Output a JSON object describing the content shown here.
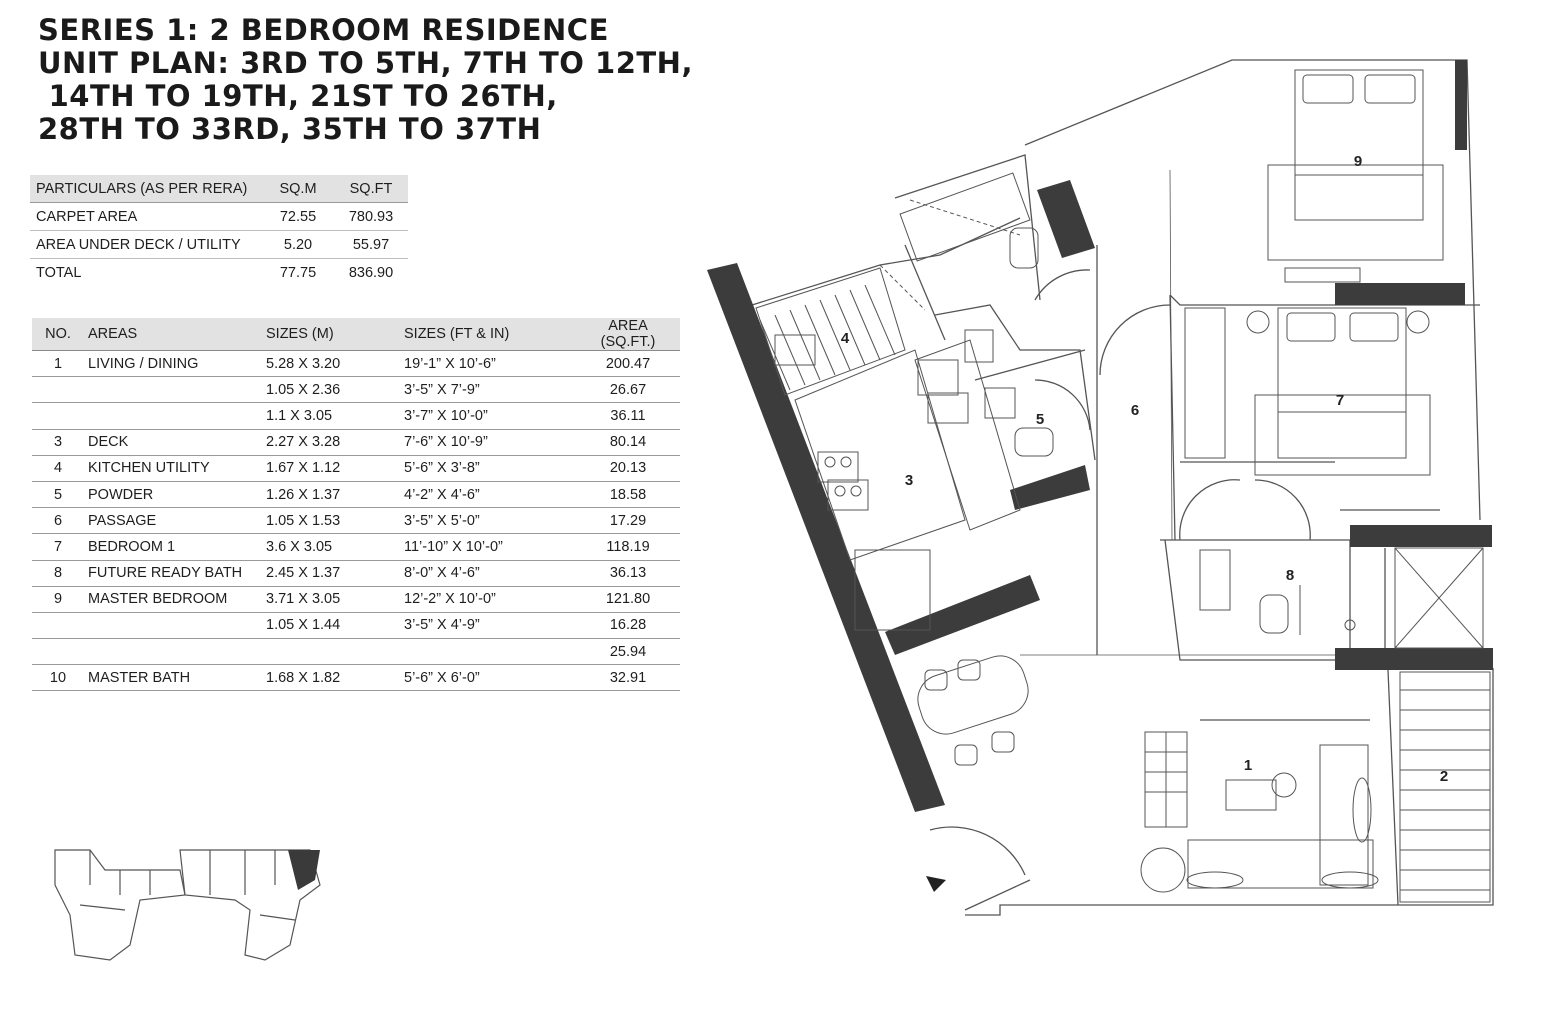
{
  "title": {
    "lines": [
      "SERIES 1: 2 BEDROOM RESIDENCE",
      "UNIT PLAN: 3RD TO 5TH, 7TH TO 12TH,",
      " 14TH TO 19TH, 21ST TO 26TH,",
      "28TH TO 33RD, 35TH TO 37TH"
    ]
  },
  "summary": {
    "headers": [
      "PARTICULARS (AS PER RERA)",
      "SQ.M",
      "SQ.FT"
    ],
    "rows": [
      [
        "CARPET AREA",
        "72.55",
        "780.93"
      ],
      [
        "AREA UNDER DECK / UTILITY",
        "5.20",
        "55.97"
      ],
      [
        "TOTAL",
        "77.75",
        "836.90"
      ]
    ]
  },
  "areas": {
    "headers": [
      "NO.",
      "AREAS",
      "SIZES (M)",
      "SIZES (FT & IN)",
      "AREA (SQ.FT.)"
    ],
    "rows": [
      [
        "1",
        "LIVING / DINING",
        "5.28 X 3.20",
        "19’-1” X 10’-6”",
        "200.47"
      ],
      [
        "",
        "",
        "1.05 X 2.36",
        "3’-5” X 7’-9”",
        "26.67"
      ],
      [
        "",
        "",
        "1.1 X 3.05",
        "3’-7” X 10’-0”",
        "36.11"
      ],
      [
        "3",
        "DECK",
        "2.27 X 3.28",
        "7’-6” X 10’-9”",
        "80.14"
      ],
      [
        "4",
        "KITCHEN UTILITY",
        "1.67 X 1.12",
        "5’-6” X 3’-8”",
        "20.13"
      ],
      [
        "5",
        "POWDER",
        "1.26 X 1.37",
        "4’-2” X 4’-6”",
        "18.58"
      ],
      [
        "6",
        "PASSAGE",
        "1.05 X 1.53",
        "3’-5” X 5’-0”",
        "17.29"
      ],
      [
        "7",
        "BEDROOM 1",
        "3.6 X 3.05",
        "11’-10” X 10’-0”",
        "118.19"
      ],
      [
        "8",
        "FUTURE READY BATH",
        "2.45 X 1.37",
        "8’-0” X 4’-6”",
        "36.13"
      ],
      [
        "9",
        "MASTER BEDROOM",
        "3.71 X 3.05",
        "12’-2” X 10’-0”",
        "121.80"
      ],
      [
        "",
        "",
        "1.05 X 1.44",
        "3’-5” X 4’-9”",
        "16.28"
      ],
      [
        "",
        "",
        "",
        "",
        "25.94"
      ],
      [
        "10",
        "MASTER BATH",
        "1.68 X 1.82",
        "5’-6” X 6’-0”",
        "32.91"
      ]
    ]
  },
  "plan": {
    "room_numbers": {
      "r1": "1",
      "r2": "2",
      "r3": "3",
      "r4": "4",
      "r5": "5",
      "r6": "6",
      "r7": "7",
      "r8": "8",
      "r9": "9"
    }
  },
  "colors": {
    "wall": "#3c3c3c",
    "line": "#555555",
    "header_bg": "#e2e2e2",
    "key_highlight": "#3a3a3a"
  }
}
